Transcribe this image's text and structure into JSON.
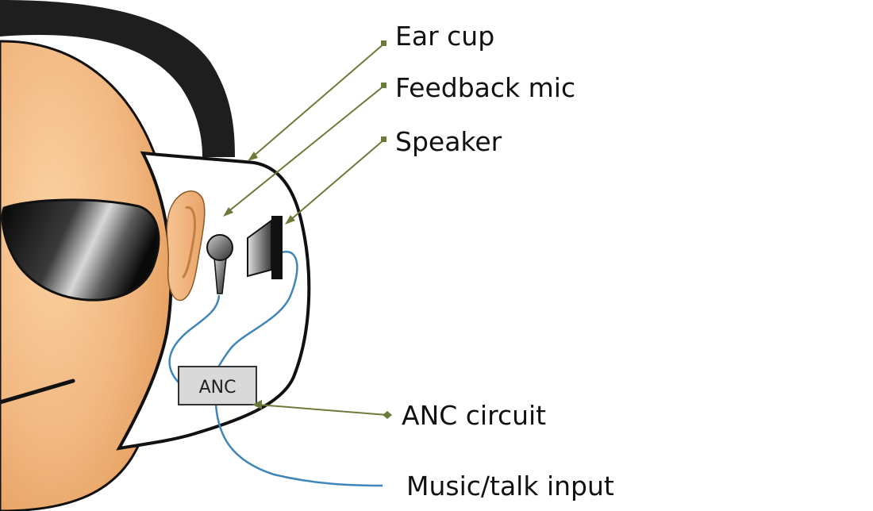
{
  "labels": {
    "ear_cup": "Ear cup",
    "feedback_mic": "Feedback mic",
    "speaker": "Speaker",
    "anc_circuit": "ANC circuit",
    "music_input": "Music/talk input"
  },
  "anc_box_label": "ANC",
  "colors": {
    "skin": "#f2b882",
    "skin_dark": "#e39a57",
    "headband": "#1e1e1e",
    "callout_line": "#6b7c3a",
    "wire": "#3f86b8",
    "anc_box": "#d9d9d9",
    "outline": "#111111"
  },
  "icons": {
    "microphone": "microphone-icon",
    "speaker": "speaker-icon",
    "glasses": "sunglasses-icon",
    "ear": "ear-icon"
  }
}
